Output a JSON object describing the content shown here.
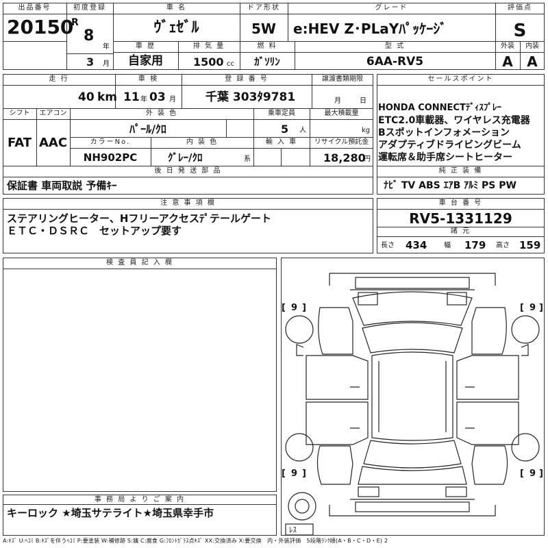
{
  "header": {
    "lot_label": "出品番号",
    "lot_number": "20150",
    "first_reg_label": "初度登録",
    "era_mark": "R",
    "year": "8",
    "year_unit": "年",
    "month": "3",
    "month_unit": "月",
    "car_name_label": "車 名",
    "car_name": "ｳﾞｪｾﾞﾙ",
    "door_label": "ドア形状",
    "door": "5W",
    "grade_label": "グレード",
    "grade": "e:HEV Z･PLaYﾊﾟｯｹｰｼﾞ",
    "score_label": "評価点",
    "score": "S",
    "history_label": "車 歴",
    "history": "自家用",
    "displacement_label": "排 気 量",
    "displacement": "1500",
    "displacement_unit": "cc",
    "fuel_label": "燃 料",
    "fuel": "ｶﾞｿﾘﾝ",
    "model_label": "型 式",
    "model": "6AA-RV5",
    "exterior_label": "外装",
    "exterior_grade": "A",
    "interior_label": "内装",
    "interior_grade": "A"
  },
  "row2": {
    "mileage_label": "走 行",
    "mileage": "40",
    "mileage_unit": "km",
    "inspection_label": "車 検",
    "inspection_year": "11",
    "inspection_year_unit": "年",
    "inspection_month": "03",
    "inspection_month_unit": "月",
    "plate_label": "登 録 番 号",
    "plate": "千葉 303ﾀ9781",
    "transfer_label": "譲渡書類期限",
    "transfer_month_unit": "月",
    "transfer_day_unit": "日"
  },
  "row3": {
    "shift_label": "シフト",
    "shift": "FAT",
    "ac_label": "エアコン",
    "ac": "AAC",
    "color_label": "外 装 色",
    "color": "ﾊﾟｰﾙ/ｸﾛ",
    "capacity_label": "乗車定員",
    "capacity": "5",
    "capacity_unit": "人",
    "max_load_label": "最大積載量",
    "max_load_unit": "kg",
    "color_no_label": "カラーNo.",
    "color_no": "NH902PC",
    "interior_color_label": "内 装 色",
    "interior_color": "ｸﾞﾚｰ/ｸﾛ",
    "interior_color_unit": "系",
    "import_label": "輸 入 車",
    "recycle_label": "リサイクル預託金",
    "recycle": "18,280",
    "recycle_unit": "円"
  },
  "accessories": {
    "label": "後 日 発 送 部 品",
    "value": "保証書 車両取説 予備ｷｰ"
  },
  "sales_points": {
    "label": "セールスポイント",
    "lines": [
      "HONDA CONNECTﾃﾞｨｽﾌﾟﾚｰ",
      "ETC2.0車載器、ワイヤレス充電器",
      "Bスポットインフォメーション",
      "アダプティブドライビングビーム",
      "運転席＆助手席シートヒーター"
    ]
  },
  "equipment": {
    "label": "純 正 装 備",
    "value": "ﾅﾋﾞ TV ABS ｴｱB ｱﾙﾐ PS PW"
  },
  "notes": {
    "label": "注 意 事 項 欄",
    "lines": [
      "ステアリングヒーター、Hフリーアクセスﾃﾟテールゲート",
      "ＥＴＣ・ＤＳＲＣ　セットアップ要す"
    ]
  },
  "chassis": {
    "label": "車 台 番 号",
    "value": "RV5-1331129",
    "dims_label": "諸 元",
    "length_label": "長さ",
    "length": "434",
    "width_label": "幅",
    "width": "179",
    "height_label": "高さ",
    "height": "159"
  },
  "inspector": {
    "label": "検 査 員 記 入 欄"
  },
  "diagram": {
    "tire_fl": "9",
    "tire_fr": "9",
    "tire_rl": "9",
    "tire_rr": "9",
    "spare": "ﾚｽ"
  },
  "office": {
    "label": "事 務 局 よ り ご 案 内",
    "value": "キーロック ★埼玉サテライト★埼玉県幸手市"
  },
  "legend": "A:ｷｽﾞ U:ﾍｺﾐ B:ｷｽﾞを伴うﾍｺﾐ P:要塗装 W:補修跡 S:錆 C:腐食 G:ﾌﾛﾝﾄｶﾞﾗｽ点ｷｽﾞ XX:交換済み X:要交換　内・外装評価　5段階ﾗﾝｸ順(A・B・C・D・E) 2"
}
